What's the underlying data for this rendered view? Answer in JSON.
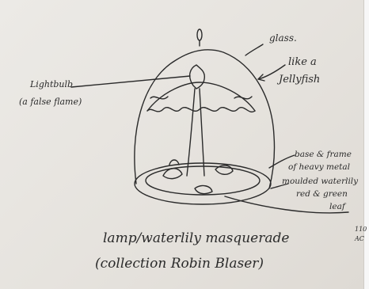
{
  "annotations": {
    "glass": "glass.",
    "like_a": "like a",
    "jellyfish": "Jellyfish",
    "lightbulb": "Lightbulb",
    "false_flame": "(a false flame)",
    "base_line1": "base & frame",
    "base_line2": "of heavy metal",
    "base_line3": "moulded waterlily",
    "base_line4": "red & green",
    "base_line5": "leaf",
    "signature_line1": "110",
    "signature_line2": "AC"
  },
  "caption": {
    "line1": "lamp/waterlily masquerade",
    "line2": "(collection Robin Blaser)"
  },
  "colors": {
    "ink": "#2a2a2a",
    "paper": "#e8e5e0"
  }
}
